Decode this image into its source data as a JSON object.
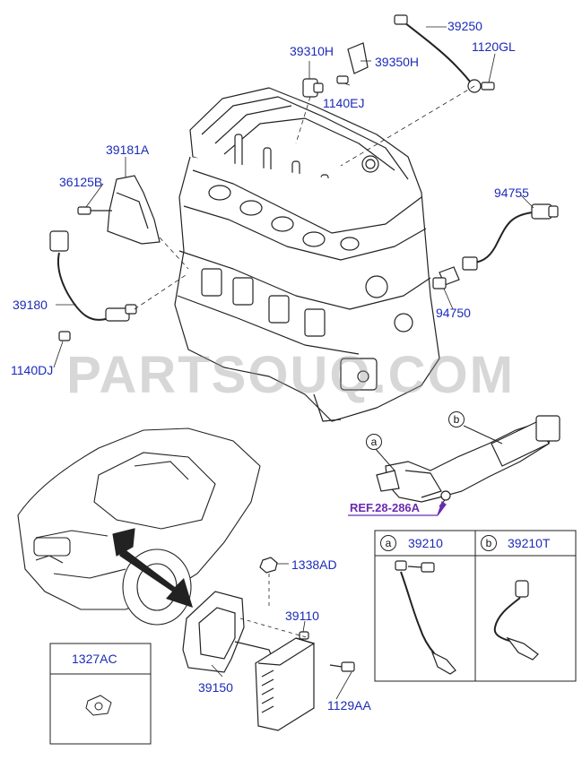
{
  "watermark": "PARTSOUQ.COM",
  "ref_label": "REF.28-286A",
  "parts": {
    "p39250": "39250",
    "p39310H": "39310H",
    "p1120GL": "1120GL",
    "p39350H": "39350H",
    "p1140EJ": "1140EJ",
    "p39181A": "39181A",
    "p36125B": "36125B",
    "p94755": "94755",
    "p39180": "39180",
    "p94750": "94750",
    "p1140DJ": "1140DJ",
    "p1338AD": "1338AD",
    "p39110": "39110",
    "p39150": "39150",
    "p1129AA": "1129AA",
    "p1327AC": "1327AC"
  },
  "callouts": {
    "a": "a",
    "b": "b"
  },
  "legend_box": {
    "a_label": "a",
    "a_part": "39210",
    "b_label": "b",
    "b_part": "39210T"
  },
  "colors": {
    "label_blue": "#1b2bb8",
    "ref_purple": "#6a2bb0",
    "line": "#222222"
  }
}
